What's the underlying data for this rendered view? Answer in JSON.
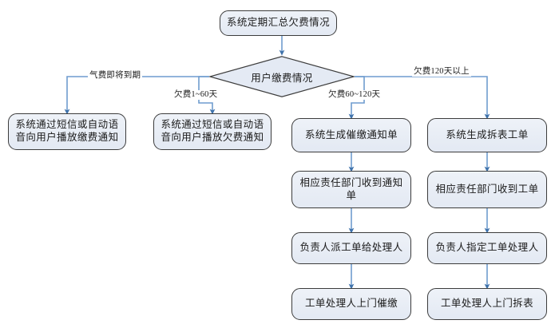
{
  "diagram": {
    "title_node": {
      "id": "start",
      "label": "系统定期汇总欠费情况",
      "shape": "rounded-rect"
    },
    "decision": {
      "id": "decision",
      "label": "用户缴费情况",
      "shape": "diamond"
    },
    "colors": {
      "node_fill": "#e8edf5",
      "node_border": "#3c3c3c",
      "edge_line": "#6f9ccf",
      "arrow_head": "#3f72ab",
      "text": "#1a1a1a",
      "background": "#ffffff"
    },
    "edge_labels": [
      {
        "id": "branch-1-label",
        "text": "气费即将到期"
      },
      {
        "id": "branch-2-label",
        "text": "欠费1~60天"
      },
      {
        "id": "branch-3-label",
        "text": "欠费60~120天"
      },
      {
        "id": "branch-4-label",
        "text": "欠费120天以上"
      }
    ],
    "branches": [
      {
        "id": "branch-1",
        "label": "气费即将到期",
        "nodes": [
          {
            "id": "b1-n1",
            "label": "系统通过短信或自动语音向用户播放缴费通知"
          }
        ]
      },
      {
        "id": "branch-2",
        "label": "欠费1~60天",
        "nodes": [
          {
            "id": "b2-n1",
            "label": "系统通过短信或自动语音向用户播放欠费通知"
          }
        ]
      },
      {
        "id": "branch-3",
        "label": "欠费60~120天",
        "nodes": [
          {
            "id": "b3-n1",
            "label": "系统生成催缴通知单"
          },
          {
            "id": "b3-n2",
            "label": "相应责任部门收到通知单"
          },
          {
            "id": "b3-n3",
            "label": "负责人派工单给处理人"
          },
          {
            "id": "b3-n4",
            "label": "工单处理人上门催缴"
          }
        ]
      },
      {
        "id": "branch-4",
        "label": "欠费120天以上",
        "nodes": [
          {
            "id": "b4-n1",
            "label": "系统生成拆表工单"
          },
          {
            "id": "b4-n2",
            "label": "相应责任部门收到工单"
          },
          {
            "id": "b4-n3",
            "label": "负责人指定工单处理人"
          },
          {
            "id": "b4-n4",
            "label": "工单处理人上门拆表"
          }
        ]
      }
    ]
  }
}
